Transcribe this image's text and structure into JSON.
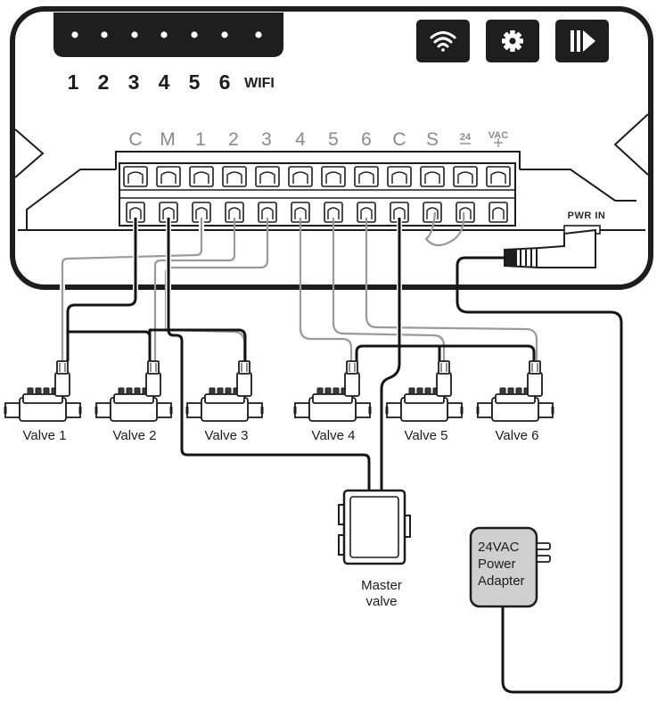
{
  "controller": {
    "zone_indicators": [
      "1",
      "2",
      "3",
      "4",
      "5",
      "6"
    ],
    "wifi_indicator": "WIFI",
    "icon_buttons": [
      "wifi-icon",
      "gear-icon",
      "skip-forward-icon"
    ],
    "terminals": [
      "C",
      "M",
      "1",
      "2",
      "3",
      "4",
      "5",
      "6",
      "C",
      "S"
    ],
    "terminal_24": "24",
    "terminal_vac": "VAC",
    "power_port": "PWR IN"
  },
  "valves": [
    {
      "label": "Valve 1"
    },
    {
      "label": "Valve 2"
    },
    {
      "label": "Valve 3"
    },
    {
      "label": "Valve 4"
    },
    {
      "label": "Valve 5"
    },
    {
      "label": "Valve 6"
    }
  ],
  "master_valve": {
    "line1": "Master",
    "line2": "valve"
  },
  "adapter": {
    "line1": "24VAC",
    "line2": "Power",
    "line3": "Adapter"
  },
  "colors": {
    "outline": "#1d1d1d",
    "common_wire": "#141414",
    "zone_wire": "#9a9a9a",
    "adapter_fill": "#cfcfcf",
    "led_dots": "#ffffff"
  }
}
